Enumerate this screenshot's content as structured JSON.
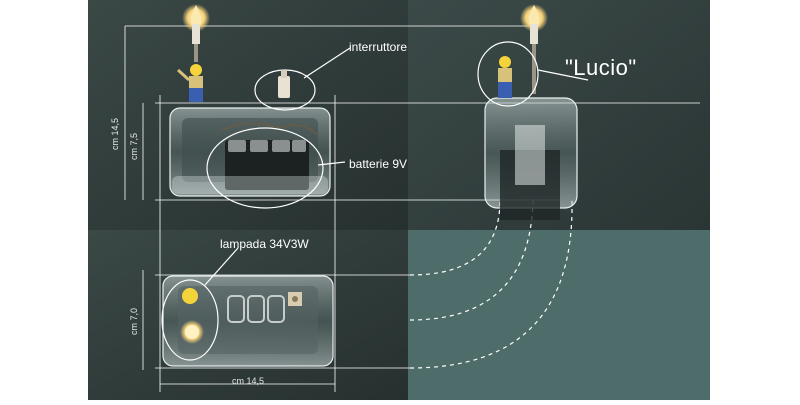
{
  "labels": {
    "switch": "interruttore",
    "batteries": "batterie 9V",
    "lamp": "lampada 34V3W",
    "name": "\"Lucio\""
  },
  "dimensions": {
    "outer_height": "cm 14,5",
    "inner_height": "cm 7,5",
    "base_height": "cm 7,0",
    "width": "cm 14,5"
  },
  "colors": {
    "background_dark": "#2d3a38",
    "background_right": "#2f3b3a",
    "teal_panel": "#4e6c69",
    "guide_line": "#ffffff",
    "lamp_glow": "#f6d27a"
  },
  "icons": {
    "lamp": "candle-bulb-icon",
    "figure": "toy-figure-icon"
  }
}
